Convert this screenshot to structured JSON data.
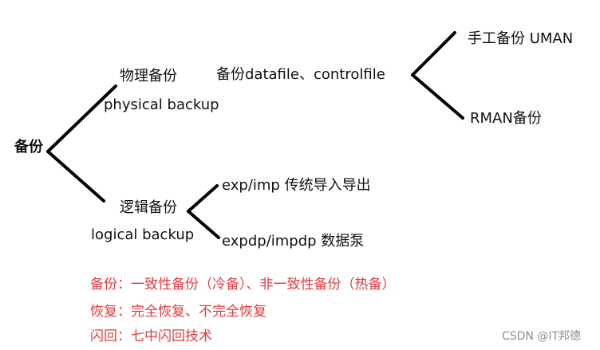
{
  "diagram": {
    "root": "备份",
    "physical": {
      "cn": "物理备份",
      "en": "physical backup",
      "detail": "备份datafile、controlfile",
      "methods": [
        "手工备份 UMAN",
        "RMAN备份"
      ]
    },
    "logical": {
      "cn": "逻辑备份",
      "en": "logical backup",
      "methods": [
        "exp/imp 传统导入导出",
        "expdp/impdp 数据泵"
      ]
    }
  },
  "notes": [
    "备份：一致性备份（冷备）、非一致性备份（热备）",
    "恢复：完全恢复、不完全恢复",
    "闪回：七中闪回技术"
  ],
  "watermark": "CSDN @IT邦德",
  "colors": {
    "text": "#111111",
    "note": "#e33b3b",
    "line": "#000000",
    "watermark": "#8f8f8f"
  }
}
